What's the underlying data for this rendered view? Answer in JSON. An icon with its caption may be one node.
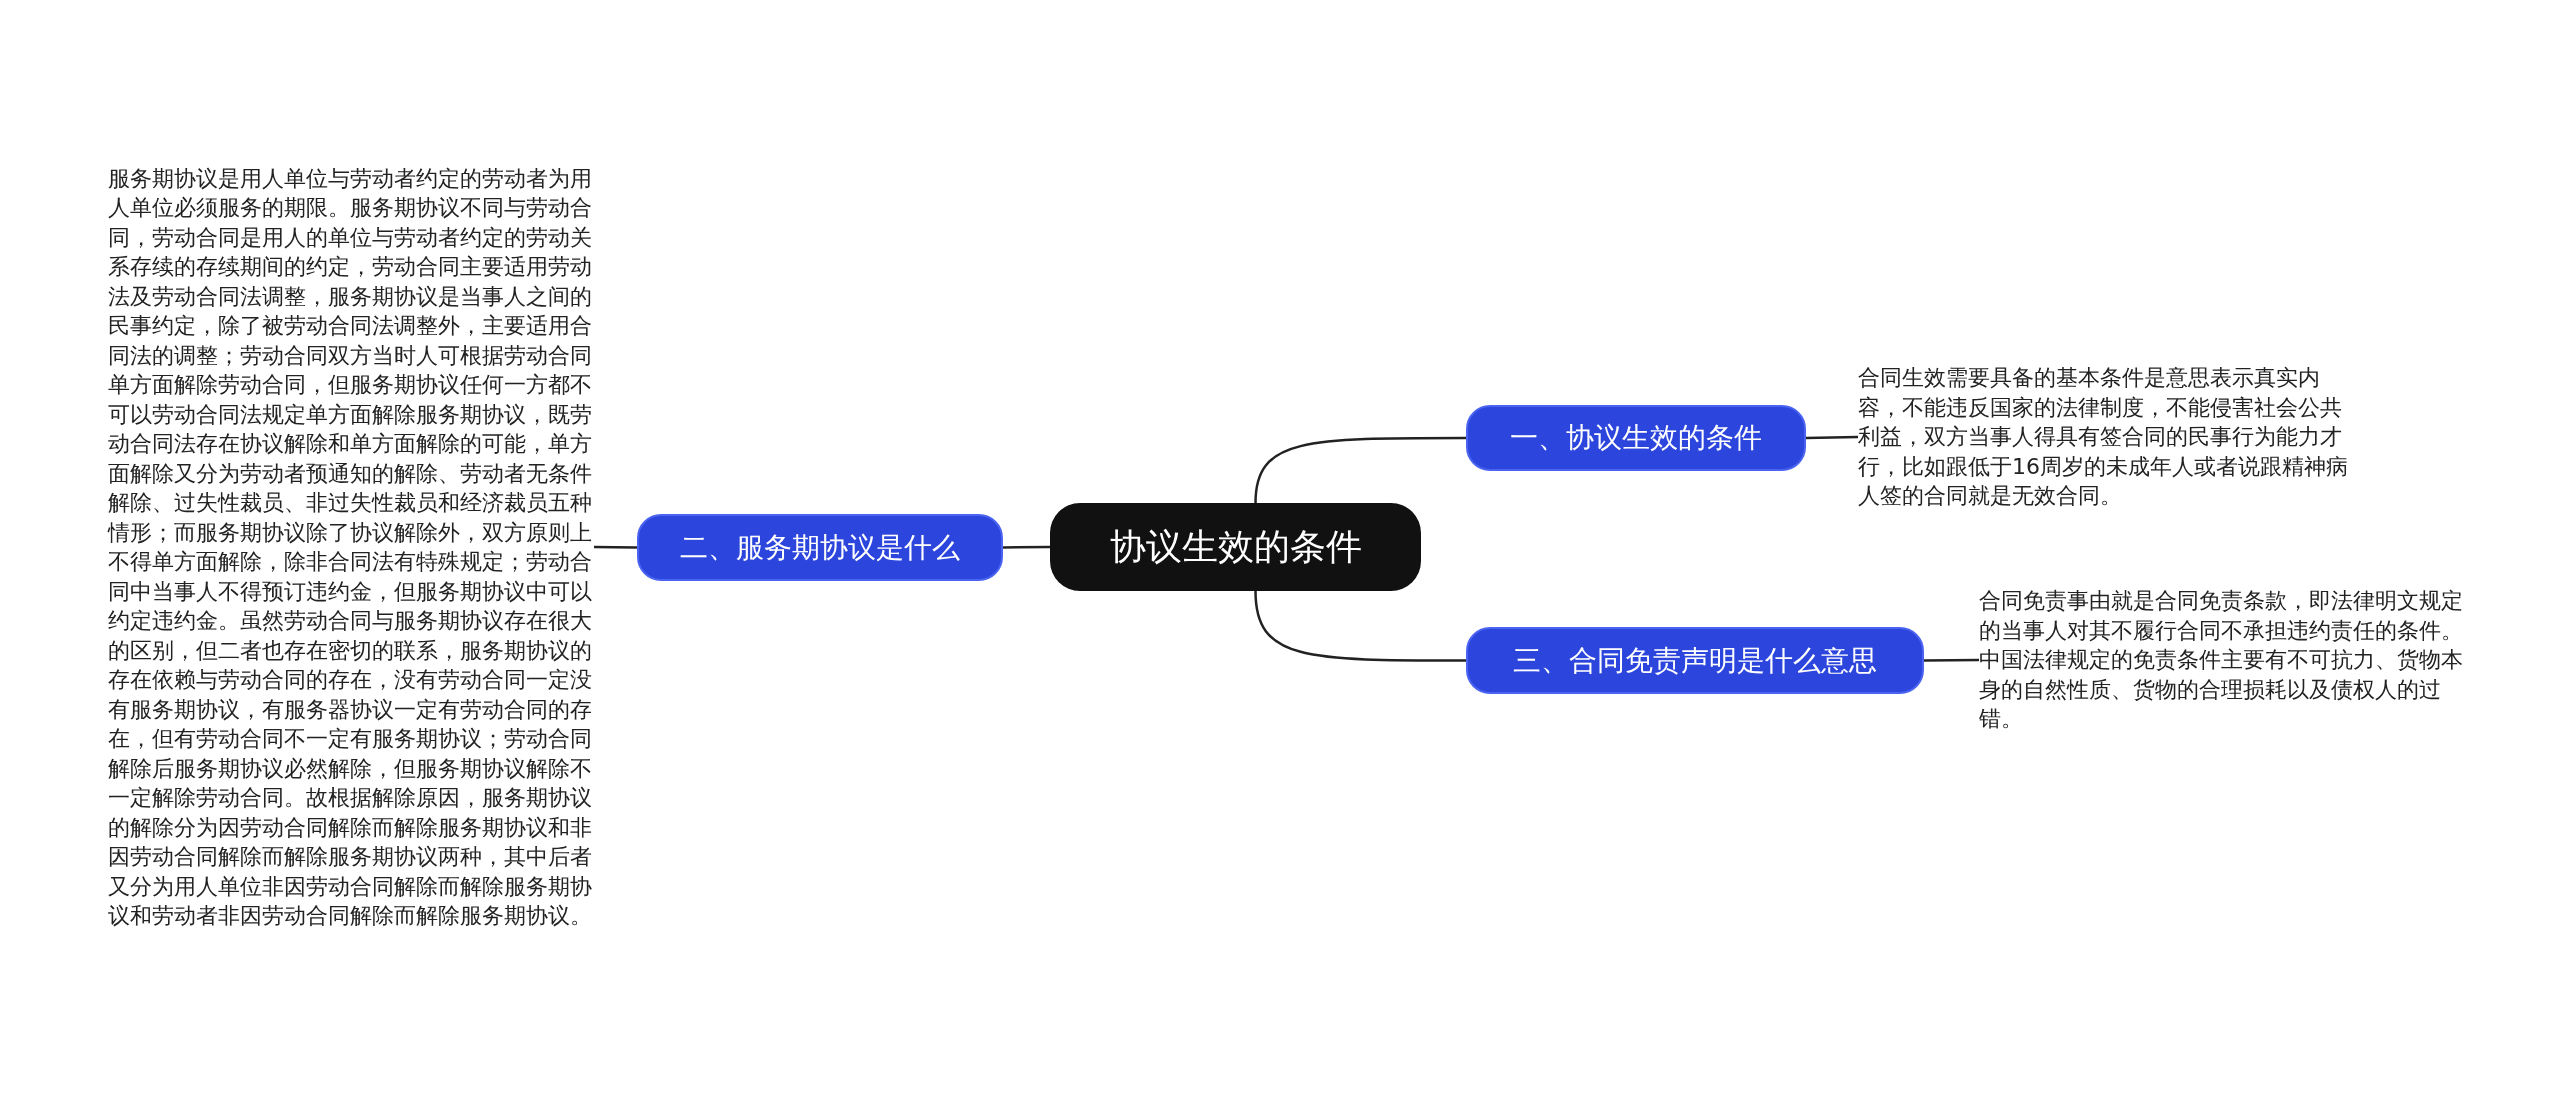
{
  "diagram": {
    "nodes": [
      {
        "text": [
          "协议生效的条件"
        ]
      },
      {
        "text": [
          "一、协议生效的条件"
        ]
      },
      {
        "text": [
          "合同生效需要具备的基本条件是意思表示真实内容，不能违反国家的法律制度，不能侵害社会公共利益，双方当事人得具有签合同的民事行为能力才行，比如跟低于16周岁的未成年人或者说跟精神病人签的合同就是无效合同。"
        ]
      },
      {
        "text": [
          "二、服务期协议是什么"
        ]
      },
      {
        "text": [
          "服务期协议是用人单位与劳动者约定的劳动者为用人单位必须服务的期限。服务期协议不同与劳动合同，劳动合同是用人的单位与劳动者约定的劳动关系存续的存续期间的约定，劳动合同主要适用劳动法及劳动合同法调整，服务期协议是当事人之间的民事约定，除了被劳动合同法调整外，主要适用合同法的调整；劳动合同双方当时人可根据劳动合同单方面解除劳动合同，但服务期协议任何一方都不可以劳动合同法规定单方面解除服务期协议，既劳动合同法存在协议解除和单方面解除的可能，单方面解除又分为劳动者预通知的解除、劳动者无条件解除、过失性裁员、非过失性裁员和经济裁员五种情形；而服务期协议除了协议解除外，双方原则上不得单方面解除，除非合同法有特殊规定；劳动合同中当事人不得预订违约金，但服务期协议中可以约定违约金。虽然劳动合同与服务期协议存在很大的区别，但二者也存在密切的联系，服务期协议的存在依赖与劳动合同的存在，没有劳动合同一定没有服务期协议，有服务器协议一定有劳动合同的存在，但有劳动合同不一定有服务期协议；劳动合同解除后服务期协议必然解除，但服务期协议解除不一定解除劳动合同。故根据解除原因，服务期协议的解除分为因劳动合同解除而解除服务期协议和非因劳动合同解除而解除服务期协议两种，其中后者又分为用人单位非因劳动合同解除而解除服务期协议和劳动者非因劳动合同解除而解除服务期协议。"
        ]
      },
      {
        "text": [
          "三、合同免责声明是什么意思"
        ]
      },
      {
        "text": [
          "合同免责事由就是合同免责条款，即法律明文规定的当事人对其不履行合同不承担违约责任的条件。中国法律规定的免责条件主要有不可抗力、货物本身的自然性质、货物的合理损耗以及债权人的过错。"
        ]
      }
    ],
    "edges": [
      {
        "from": 0,
        "to": 1,
        "arrow": "none"
      },
      {
        "from": 1,
        "to": 2,
        "arrow": "none"
      },
      {
        "from": 0,
        "to": 3,
        "arrow": "none"
      },
      {
        "from": 3,
        "to": 4,
        "arrow": "none"
      },
      {
        "from": 0,
        "to": 5,
        "arrow": "none"
      },
      {
        "from": 5,
        "to": 6,
        "arrow": "none"
      }
    ]
  }
}
